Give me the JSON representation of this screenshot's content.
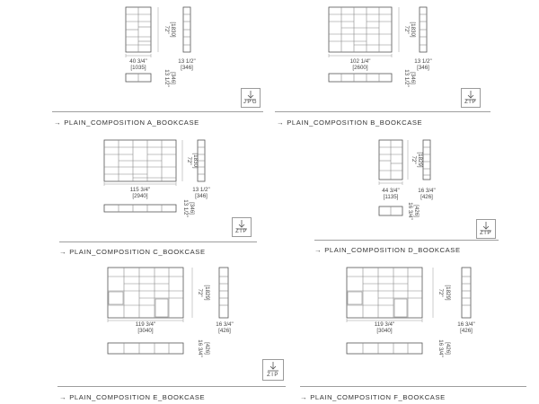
{
  "arrow": "→",
  "compositions": [
    {
      "caption": "PLAIN_COMPOSITION A_BOOKCASE",
      "width_in": "40 3/4\"",
      "width_mm": "[1035]",
      "height_in": "72\"",
      "height_mm": "[1830]",
      "depth_in": "13 1/2\"",
      "depth_mm": "[346]",
      "side_depth_in": "13 1/2\"",
      "side_depth_mm": "[346]",
      "download": "JPG"
    },
    {
      "caption": "PLAIN_COMPOSITION B_BOOKCASE",
      "width_in": "102 1/4\"",
      "width_mm": "[2600]",
      "height_in": "72\"",
      "height_mm": "[1830]",
      "depth_in": "13 1/2\"",
      "depth_mm": "[346]",
      "side_depth_in": "13 1/2\"",
      "side_depth_mm": "[346]",
      "download": "ZIP"
    },
    {
      "caption": "PLAIN_COMPOSITION C_BOOKCASE",
      "width_in": "115 3/4\"",
      "width_mm": "[2940]",
      "height_in": "72\"",
      "height_mm": "[1830]",
      "depth_in": "13 1/2\"",
      "depth_mm": "[346]",
      "side_depth_in": "13 1/2\"",
      "side_depth_mm": "[346]",
      "download": "ZIP"
    },
    {
      "caption": "PLAIN_COMPOSITION D_BOOKCASE",
      "width_in": "44 3/4\"",
      "width_mm": "[1135]",
      "height_in": "72\"",
      "height_mm": "[1829]",
      "depth_in": "16 3/4\"",
      "depth_mm": "[426]",
      "side_depth_in": "16 3/4\"",
      "side_depth_mm": "[426]",
      "download": "ZIP"
    },
    {
      "caption": "PLAIN_COMPOSITION E_BOOKCASE",
      "width_in": "119 3/4\"",
      "width_mm": "[3040]",
      "height_in": "72\"",
      "height_mm": "[1829]",
      "depth_in": "16 3/4\"",
      "depth_mm": "[426]",
      "side_depth_in": "16 3/4\"",
      "side_depth_mm": "[426]",
      "download": "ZIP"
    },
    {
      "caption": "PLAIN_COMPOSITION F_BOOKCASE",
      "width_in": "119 3/4\"",
      "width_mm": "[3040]",
      "height_in": "72\"",
      "height_mm": "[1829]",
      "depth_in": "16 3/4\"",
      "depth_mm": "[426]",
      "side_depth_in": "16 3/4\"",
      "side_depth_mm": "[426]",
      "download": null
    }
  ]
}
